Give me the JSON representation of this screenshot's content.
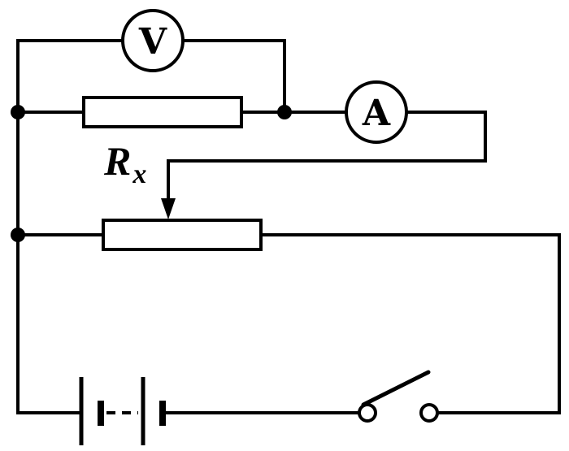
{
  "diagram": {
    "voltmeter_label": "V",
    "ammeter_label": "A",
    "resistor_label": {
      "main": "R",
      "subscript": "x"
    }
  }
}
